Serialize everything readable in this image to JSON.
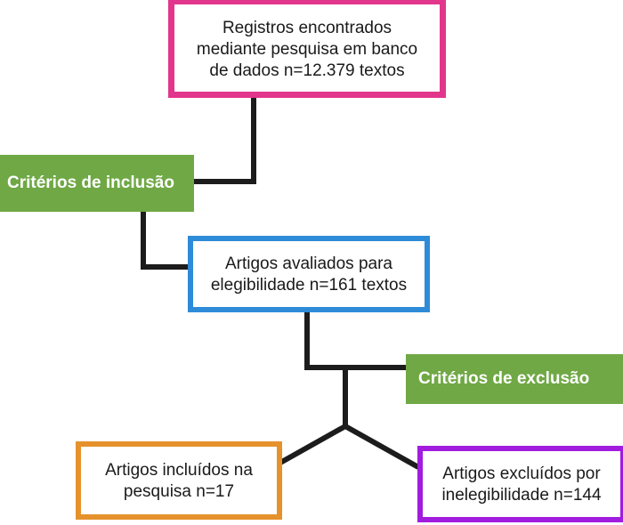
{
  "diagram": {
    "type": "flowchart",
    "orientation": "top-down",
    "language": "pt-BR",
    "background_color": "#ffffff",
    "connector_color": "#1c1c1c",
    "connector_width": 6
  },
  "nodes": {
    "records": {
      "label": "Registros encontrados\nmediante pesquisa em banco\nde dados n=12.379 textos",
      "style": "outline",
      "border_color": "#e2358c",
      "fill_color": "#ffffff",
      "text_color": "#1a1a1a",
      "count": 12379,
      "count_text": "n=12.379 textos"
    },
    "inclusion": {
      "label": "Critérios de inclusão",
      "style": "filled",
      "fill_color": "#70a845",
      "text_color": "#ffffff"
    },
    "eligibility": {
      "label": "Artigos avaliados para\nelegibilidade n=161 textos",
      "style": "outline",
      "border_color": "#2e8bd8",
      "fill_color": "#ffffff",
      "text_color": "#1a1a1a",
      "count": 161,
      "count_text": "n=161 textos"
    },
    "exclusion": {
      "label": "Critérios de exclusão",
      "style": "filled",
      "fill_color": "#70a845",
      "text_color": "#ffffff"
    },
    "included": {
      "label": "Artigos incluídos na\npesquisa n=17",
      "style": "outline",
      "border_color": "#e5922c",
      "fill_color": "#ffffff",
      "text_color": "#1a1a1a",
      "count": 17,
      "count_text": "n=17"
    },
    "excluded": {
      "label": "Artigos excluídos por\ninelegibilidade n=144",
      "style": "outline",
      "border_color": "#a21ce0",
      "fill_color": "#ffffff",
      "text_color": "#1a1a1a",
      "count": 144,
      "count_text": "n=144"
    }
  },
  "connectors": [
    {
      "name": "records-to-inclusion",
      "from": "records",
      "to": "inclusion",
      "shape": "elbow"
    },
    {
      "name": "inclusion-to-eligibility",
      "from": "inclusion",
      "to": "eligibility",
      "shape": "elbow"
    },
    {
      "name": "eligibility-to-exclusion",
      "from": "eligibility",
      "to": "exclusion",
      "shape": "elbow"
    },
    {
      "name": "split-to-included",
      "from": "eligibility",
      "to": "included",
      "shape": "diagonal"
    },
    {
      "name": "split-to-excluded",
      "from": "eligibility",
      "to": "excluded",
      "shape": "diagonal"
    }
  ]
}
